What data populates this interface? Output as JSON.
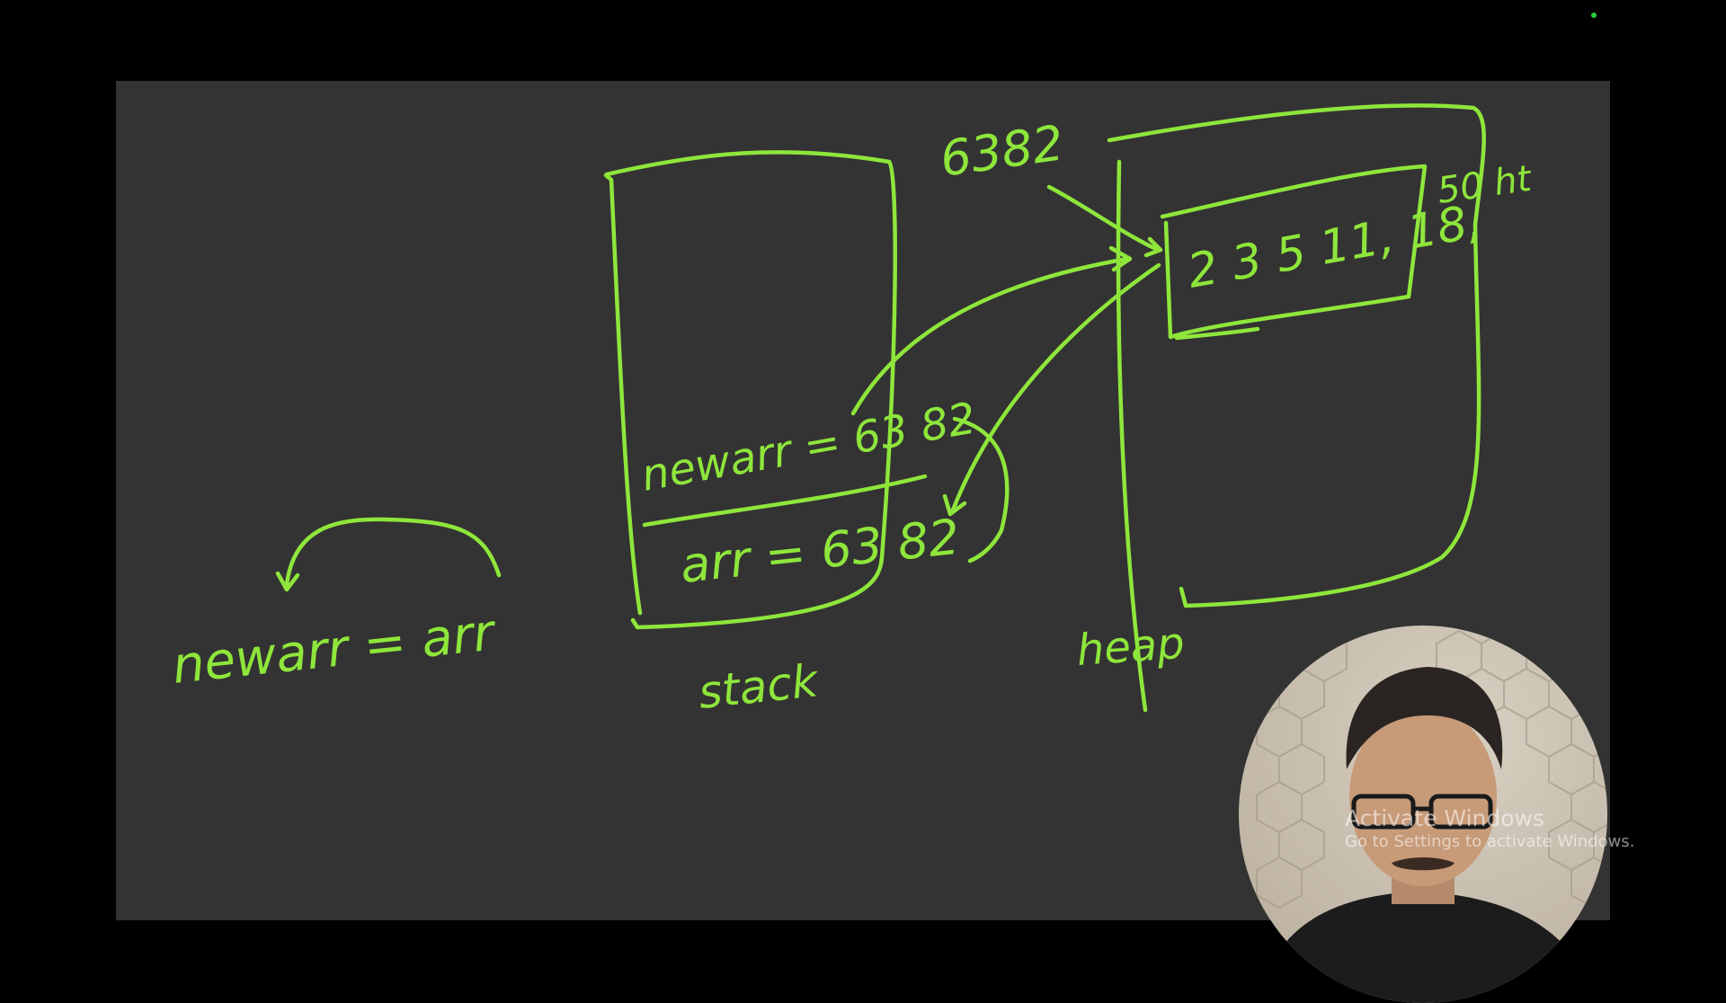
{
  "video": {
    "board": {
      "labels": {
        "heap_address": "6382",
        "heap_array_values": "2 3 5 11, 18,",
        "heap_overflow": "50 ht",
        "stack_newarr": "newarr = 63 82",
        "stack_arr": "arr = 63 82",
        "stack_caption": "stack",
        "heap_caption": "heap",
        "assignment": "newarr = arr"
      }
    },
    "watermark": {
      "title": "Activate Windows",
      "subtitle": "Go to Settings to activate Windows."
    },
    "colors": {
      "ink": "#8ee63b",
      "board_background": "#333333",
      "frame": "#000000"
    }
  }
}
